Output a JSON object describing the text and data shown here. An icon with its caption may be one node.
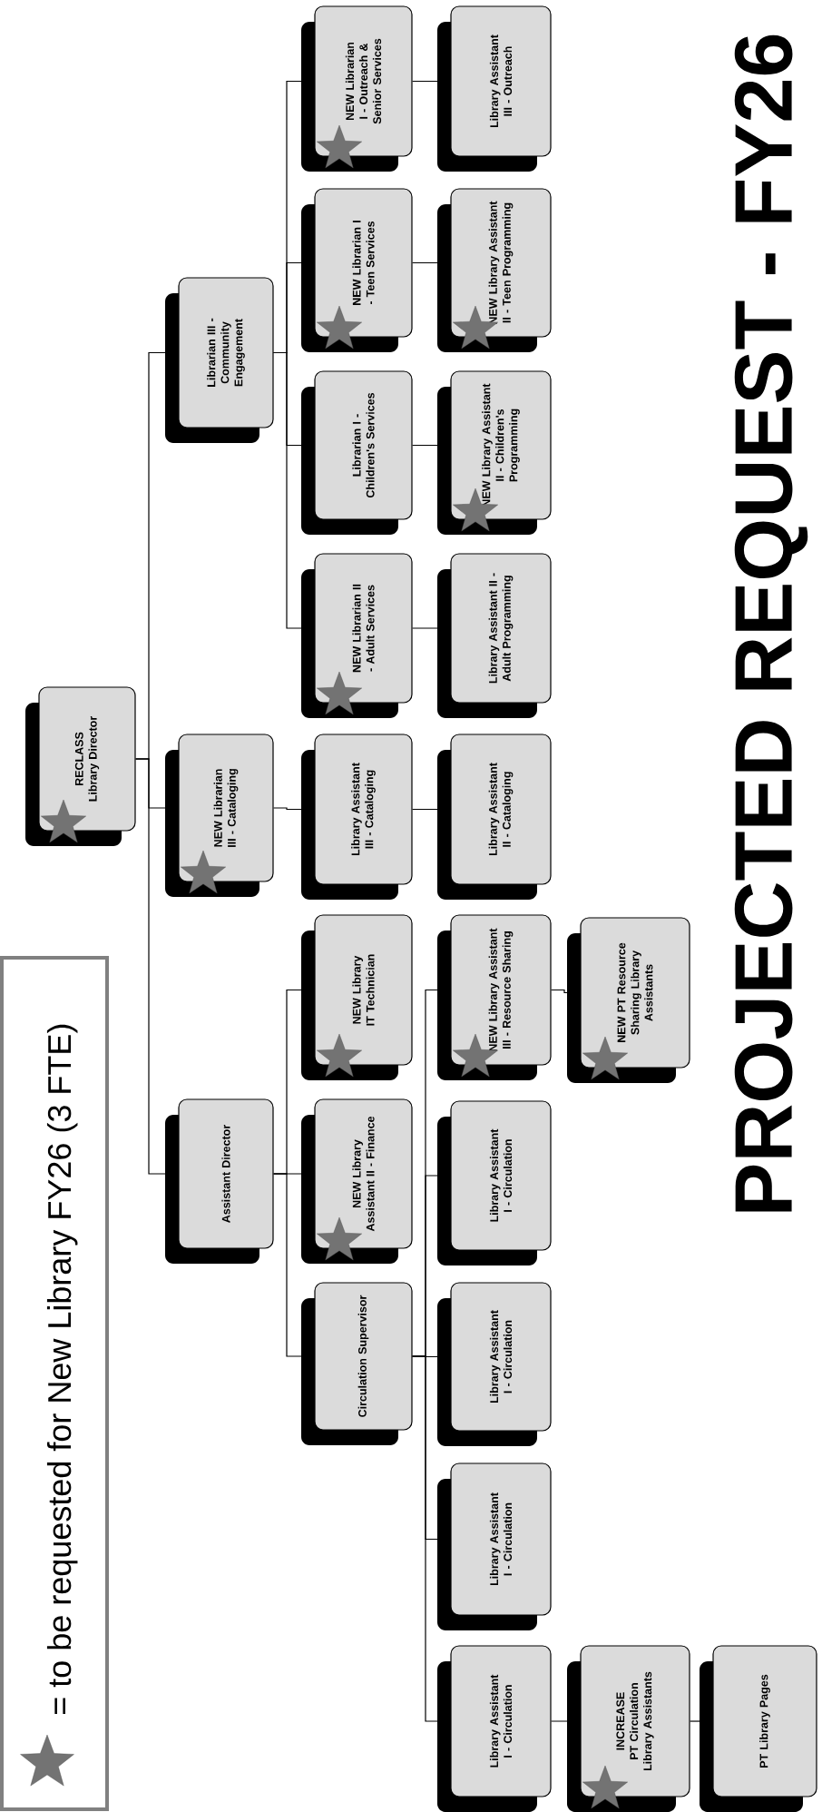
{
  "diagram": {
    "title": "PROJECTED REQUEST - FY26",
    "nodes": [
      {
        "text": [
          "RECLASS",
          "Library Director"
        ]
      },
      {
        "text": [
          "Assistant Director"
        ]
      },
      {
        "text": [
          "NEW Librarian III - Cataloging"
        ]
      },
      {
        "text": [
          "Librarian III - Community Engagement"
        ]
      },
      {
        "text": [
          "Circulation Supervisor"
        ]
      },
      {
        "text": [
          "NEW Library Assistant II - Finance"
        ]
      },
      {
        "text": [
          "NEW Library IT Technician"
        ]
      },
      {
        "text": [
          "Library Assistant III - Cataloging"
        ]
      },
      {
        "text": [
          "NEW Librarian II - Adult Services"
        ]
      },
      {
        "text": [
          "Librarian I - Children's Services"
        ]
      },
      {
        "text": [
          "NEW Librarian I - Teen Services"
        ]
      },
      {
        "text": [
          "NEW Librarian I - Outreach & Senior Services"
        ]
      },
      {
        "text": [
          "Library Assistant I - Circulation"
        ]
      },
      {
        "text": [
          "Library Assistant I - Circulation"
        ]
      },
      {
        "text": [
          "Library Assistant I - Circulation"
        ]
      },
      {
        "text": [
          "Library Assistant I - Circulation"
        ]
      },
      {
        "text": [
          "NEW Library Assistant III - Resource Sharing"
        ]
      },
      {
        "text": [
          "Library Assistant II - Cataloging"
        ]
      },
      {
        "text": [
          "Library Assistant II - Adult Programming"
        ]
      },
      {
        "text": [
          "NEW Library Assistant II - Children's Programming"
        ]
      },
      {
        "text": [
          "NEW Library Assistant II - Teen Programming"
        ]
      },
      {
        "text": [
          "Library Assistant III - Outreach"
        ]
      },
      {
        "text": [
          "INCREASE",
          "PT Circulation Library Assistants"
        ]
      },
      {
        "text": [
          "NEW PT Resource Sharing Library Assistants"
        ]
      },
      {
        "text": [
          "PT Library Pages"
        ]
      }
    ],
    "edges": [
      {
        "from": 0,
        "to": 1,
        "arrow": "none"
      },
      {
        "from": 0,
        "to": 2,
        "arrow": "none"
      },
      {
        "from": 0,
        "to": 3,
        "arrow": "none"
      },
      {
        "from": 1,
        "to": 4,
        "arrow": "none"
      },
      {
        "from": 1,
        "to": 5,
        "arrow": "none"
      },
      {
        "from": 1,
        "to": 6,
        "arrow": "none"
      },
      {
        "from": 2,
        "to": 7,
        "arrow": "none"
      },
      {
        "from": 7,
        "to": 17,
        "arrow": "none"
      },
      {
        "from": 3,
        "to": 8,
        "arrow": "none"
      },
      {
        "from": 3,
        "to": 9,
        "arrow": "none"
      },
      {
        "from": 3,
        "to": 10,
        "arrow": "none"
      },
      {
        "from": 3,
        "to": 11,
        "arrow": "none"
      },
      {
        "from": 4,
        "to": 12,
        "arrow": "none"
      },
      {
        "from": 4,
        "to": 13,
        "arrow": "none"
      },
      {
        "from": 4,
        "to": 14,
        "arrow": "none"
      },
      {
        "from": 4,
        "to": 15,
        "arrow": "none"
      },
      {
        "from": 4,
        "to": 16,
        "arrow": "none"
      },
      {
        "from": 8,
        "to": 18,
        "arrow": "none"
      },
      {
        "from": 9,
        "to": 19,
        "arrow": "none"
      },
      {
        "from": 10,
        "to": 20,
        "arrow": "none"
      },
      {
        "from": 11,
        "to": 21,
        "arrow": "none"
      },
      {
        "from": 12,
        "to": 22,
        "arrow": "none"
      },
      {
        "from": 22,
        "to": 24,
        "arrow": "none"
      },
      {
        "from": 16,
        "to": 23,
        "arrow": "none"
      }
    ],
    "legend": [
      {
        "text": "= to be requested for New Library FY26 (3 FTE)"
      }
    ]
  }
}
